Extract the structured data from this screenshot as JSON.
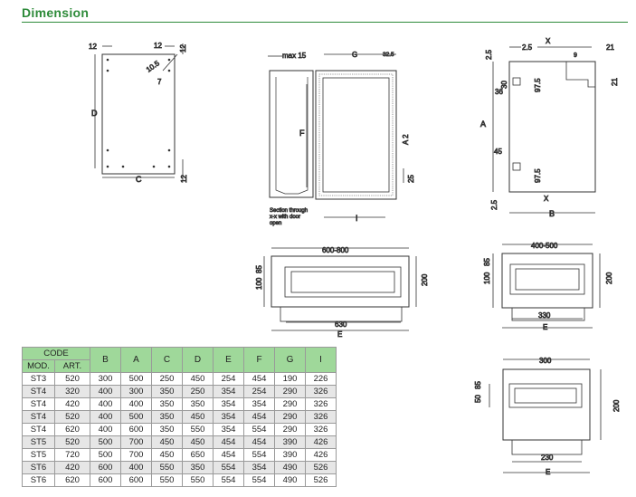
{
  "header": {
    "title": "Dimension"
  },
  "front_view": {
    "labels": {
      "top_left": "12",
      "top_right": "12",
      "right_top": "12",
      "diag1": "10.5",
      "diag2": "7",
      "height": "D",
      "width": "C",
      "bottom_right": "12"
    }
  },
  "section_view": {
    "labels": {
      "max": "max 15",
      "g": "G",
      "g_right": "32.5",
      "f": "F",
      "a2": "A 2",
      "twentyfive": "25",
      "i": "I",
      "caption1": "Section through",
      "caption2": "x-x with door",
      "caption3": "open"
    }
  },
  "side_view": {
    "labels": {
      "top_a": "2.5",
      "top_b": "2.5",
      "x_top": "X",
      "right_21a": "21",
      "nine": "9",
      "right_21b": "21",
      "thirty": "30",
      "v975a": "97.5",
      "thirtysix": "36",
      "a": "A",
      "fortyfive": "45",
      "v975b": "97.5",
      "x_bottom": "X",
      "bottom_25": "2.5",
      "b": "B"
    }
  },
  "bottom_view_large": {
    "labels": {
      "top": "600-800",
      "left_100": "100",
      "left_85": "85",
      "right_200": "200",
      "inner": "630",
      "outer": "E"
    }
  },
  "bottom_view_medium": {
    "labels": {
      "top": "400-500",
      "left_100": "100",
      "left_85": "85",
      "right_200": "200",
      "inner": "330",
      "outer": "E"
    }
  },
  "bottom_view_small": {
    "labels": {
      "top": "300",
      "left_50": "50",
      "left_85": "85",
      "right_200": "200",
      "inner": "230",
      "outer": "E"
    }
  },
  "table": {
    "code_header": "CODE",
    "sub_headers": [
      "MOD.",
      "ART."
    ],
    "columns": [
      "B",
      "A",
      "C",
      "D",
      "E",
      "F",
      "G",
      "I"
    ],
    "rows": [
      [
        "ST3",
        "520",
        "300",
        "500",
        "250",
        "450",
        "254",
        "454",
        "190",
        "226"
      ],
      [
        "ST4",
        "320",
        "400",
        "300",
        "350",
        "250",
        "354",
        "254",
        "290",
        "326"
      ],
      [
        "ST4",
        "420",
        "400",
        "400",
        "350",
        "350",
        "354",
        "354",
        "290",
        "326"
      ],
      [
        "ST4",
        "520",
        "400",
        "500",
        "350",
        "450",
        "354",
        "454",
        "290",
        "326"
      ],
      [
        "ST4",
        "620",
        "400",
        "600",
        "350",
        "550",
        "354",
        "554",
        "290",
        "326"
      ],
      [
        "ST5",
        "520",
        "500",
        "700",
        "450",
        "450",
        "454",
        "454",
        "390",
        "426"
      ],
      [
        "ST5",
        "720",
        "500",
        "700",
        "450",
        "650",
        "454",
        "554",
        "390",
        "426"
      ],
      [
        "ST6",
        "420",
        "600",
        "400",
        "550",
        "350",
        "554",
        "354",
        "490",
        "526"
      ],
      [
        "ST6",
        "620",
        "600",
        "600",
        "550",
        "550",
        "554",
        "554",
        "490",
        "526"
      ]
    ]
  }
}
